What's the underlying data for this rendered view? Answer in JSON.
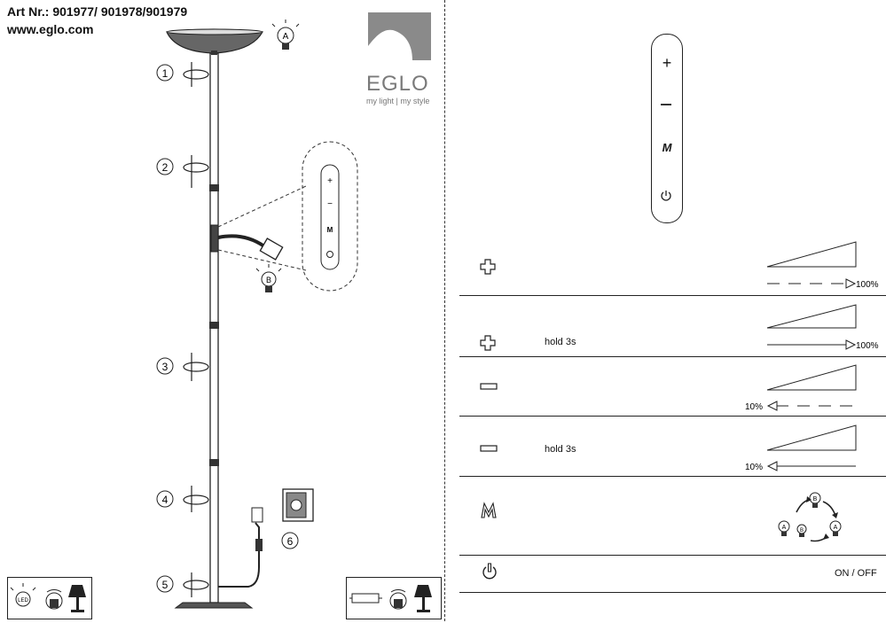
{
  "header": {
    "art_number": "Art Nr.: 901977/ 901978/901979",
    "website": "www.eglo.com"
  },
  "brand": {
    "name": "EGLO",
    "tagline": "my light | my style",
    "logo_color": "#8a8a8a"
  },
  "assembly_steps": [
    "1",
    "2",
    "3",
    "4",
    "5",
    "6"
  ],
  "bulb_labels": {
    "main": "A",
    "reading": "B"
  },
  "remote": {
    "buttons": [
      {
        "icon": "plus-icon",
        "glyph": "+"
      },
      {
        "icon": "minus-icon",
        "glyph": "−"
      },
      {
        "icon": "mode-icon",
        "glyph": "M"
      },
      {
        "icon": "power-icon",
        "glyph": "⏻"
      }
    ]
  },
  "instructions": [
    {
      "icon": "plus-icon",
      "hold": "",
      "percent": "100%",
      "arrow": "dashed-right"
    },
    {
      "icon": "plus-icon",
      "hold": "hold  3s",
      "percent": "100%",
      "arrow": "solid-right"
    },
    {
      "icon": "minus-icon",
      "hold": "",
      "percent": "10%",
      "arrow": "dashed-left"
    },
    {
      "icon": "minus-icon",
      "hold": "hold  3s",
      "percent": "10%",
      "arrow": "solid-left"
    },
    {
      "icon": "mode-icon",
      "hold": "",
      "percent": "",
      "arrow": "cycle"
    },
    {
      "icon": "power-icon",
      "hold": "",
      "percent": "",
      "label": "ON / OFF"
    }
  ],
  "mode_cycle": [
    "A",
    "B",
    "A",
    "B",
    "A"
  ],
  "led_label": "LED"
}
